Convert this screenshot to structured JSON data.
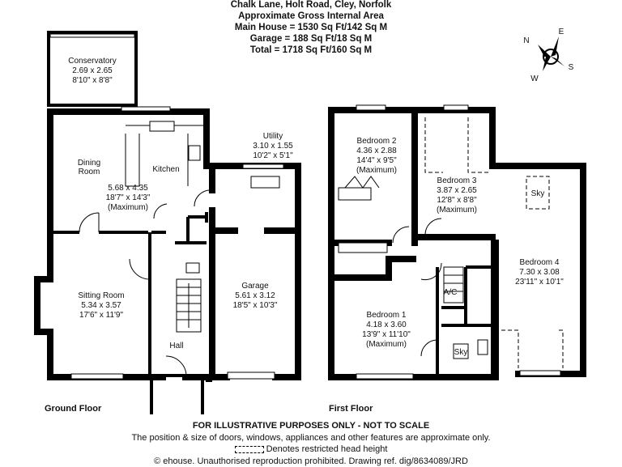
{
  "header": {
    "address": "Chalk Lane, Holt Road, Cley, Norfolk",
    "area_title": "Approximate Gross Internal Area",
    "main_house": "Main House = 1530 Sq Ft/142 Sq M",
    "garage": "Garage = 188 Sq Ft/18 Sq M",
    "total": "Total = 1718 Sq Ft/160 Sq M"
  },
  "compass": {
    "n": "N",
    "e": "E",
    "s": "S",
    "w": "W"
  },
  "ground_floor": {
    "label": "Ground Floor",
    "rooms": [
      {
        "name": "Conservatory",
        "metric": "2.69 x 2.65",
        "imperial": "8'10\" x 8'8\""
      },
      {
        "name": "Dining",
        "name2": "Room"
      },
      {
        "name": "Kitchen"
      },
      {
        "metric": "5.68 x 4.35",
        "imperial": "18'7\" x 14'3\"",
        "note": "(Maximum)"
      },
      {
        "name": "Utility",
        "metric": "3.10 x 1.55",
        "imperial": "10'2\" x 5'1\""
      },
      {
        "name": "Sitting Room",
        "metric": "5.34 x 3.57",
        "imperial": "17'6\" x 11'9\""
      },
      {
        "name": "Garage",
        "metric": "5.61 x 3.12",
        "imperial": "18'5\" x 10'3\""
      },
      {
        "name": "Hall"
      }
    ]
  },
  "first_floor": {
    "label": "First Floor",
    "rooms": [
      {
        "name": "Bedroom 2",
        "metric": "4.36 x 2.88",
        "imperial": "14'4\" x 9'5\"",
        "note": "(Maximum)"
      },
      {
        "name": "Bedroom 3",
        "metric": "3.87 x 2.65",
        "imperial": "12'8\" x 8'8\"",
        "note": "(Maximum)"
      },
      {
        "name": "Bedroom 4",
        "metric": "7.30 x 3.08",
        "imperial": "23'11\" x 10'1\""
      },
      {
        "name": "Bedroom 1",
        "metric": "4.18 x 3.60",
        "imperial": "13'9\" x 11'10\"",
        "note": "(Maximum)"
      },
      {
        "name": "A/C"
      },
      {
        "name": "Sky"
      },
      {
        "name": "Sky"
      }
    ]
  },
  "footer": {
    "disclaimer": "FOR ILLUSTRATIVE PURPOSES ONLY - NOT TO SCALE",
    "note": "The position & size of doors, windows, appliances and other features are approximate only.",
    "legend": "Denotes restricted head height",
    "copyright": "© ehouse. Unauthorised reproduction prohibited. Drawing ref. dig/8634089/JRD"
  }
}
